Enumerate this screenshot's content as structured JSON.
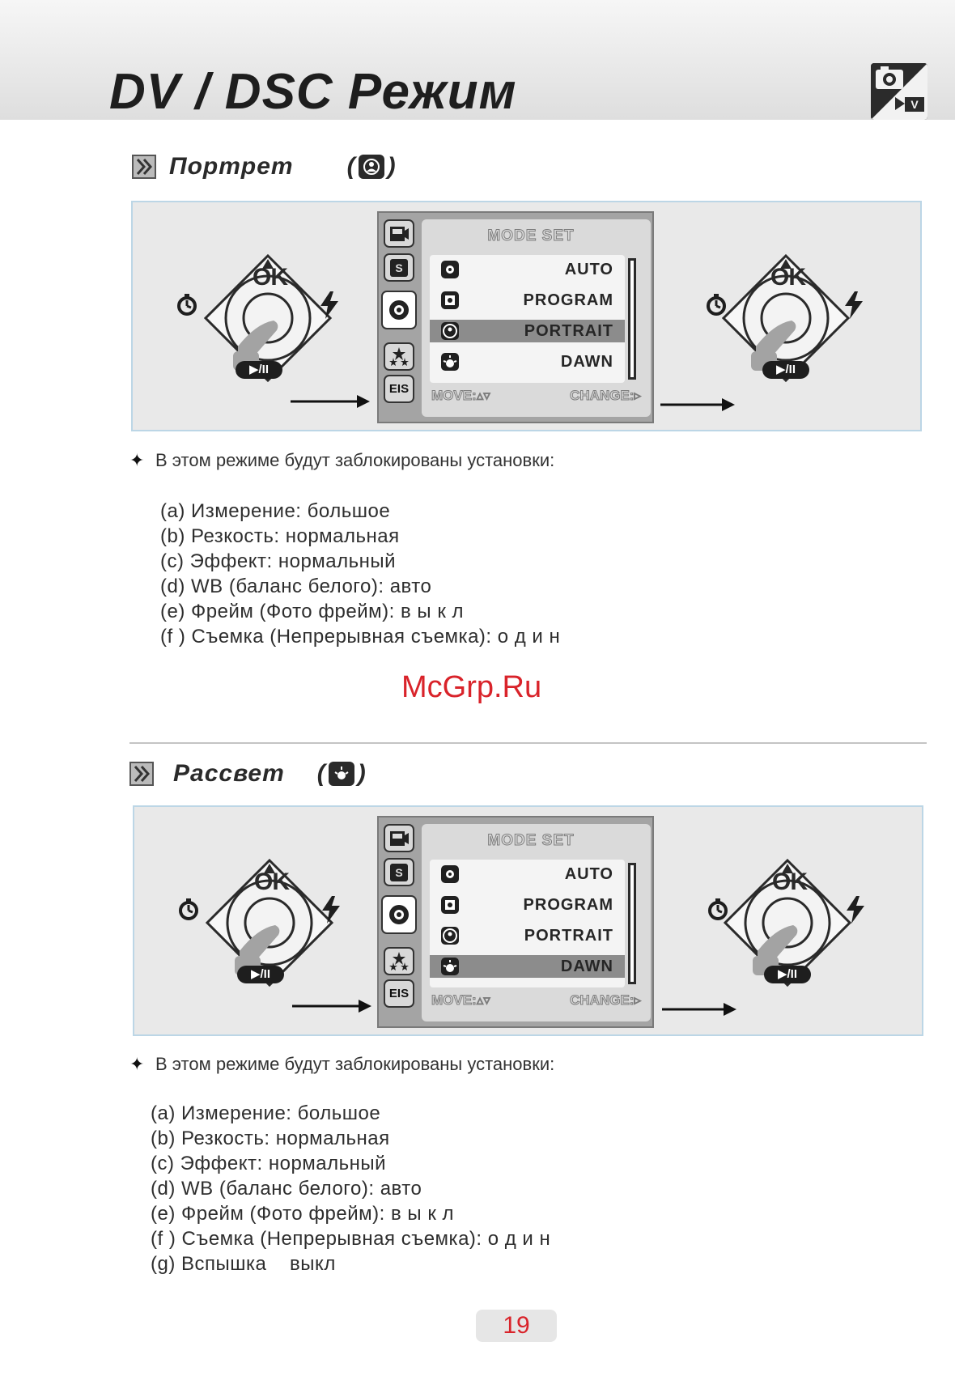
{
  "header": {
    "title": "DV / DSC Режим"
  },
  "icons": {
    "section_arrow": "double-chevron-icon",
    "portrait": "portrait-mode-icon",
    "dawn": "dawn-mode-icon",
    "self_timer": "self-timer-icon",
    "flash": "flash-icon",
    "play_pause": "play-pause-button-icon"
  },
  "lcd_common": {
    "menu_title": "MODE SET",
    "options": [
      "AUTO",
      "PROGRAM",
      "PORTRAIT",
      "DAWN"
    ],
    "sidebar": [
      "movie",
      "scene",
      "mode",
      "quality",
      "EIS"
    ],
    "eis_label": "EIS",
    "move_hint": "MOVE:▵▿",
    "change_hint": "CHANGE:▹",
    "ok_label": "OK",
    "play_label": "▶/II"
  },
  "sections": [
    {
      "title": "Портрет",
      "selected_option": "PORTRAIT",
      "note": "В этом режиме будут заблокированы установки:",
      "items": [
        "(a) Измерение: большое",
        "(b) Резкость: нормальная",
        "(c) Эффект: нормальный",
        "(d) WB (баланс белого): авто",
        "(e) Фрейм (Фото фрейм): в ы к л",
        "(f ) Съемка (Непрерывная съемка): о д и н"
      ]
    },
    {
      "title": "Рассвет",
      "selected_option": "DAWN",
      "note": "В этом режиме будут заблокированы установки:",
      "items": [
        "(a) Измерение: большое",
        "(b) Резкость: нормальная",
        "(c) Эффект: нормальный",
        "(d) WB (баланс белого): авто",
        "(e) Фрейм (Фото фрейм): в ы к л",
        "(f ) Съемка (Непрерывная съемка): о д и н",
        "(g) Вспышка    выкл"
      ]
    }
  ],
  "watermark": "McGrp.Ru",
  "page_number": "19",
  "colors": {
    "accent_red": "#d9232a",
    "panel_border": "#bcd6e6",
    "panel_bg": "#e9e9e9"
  }
}
